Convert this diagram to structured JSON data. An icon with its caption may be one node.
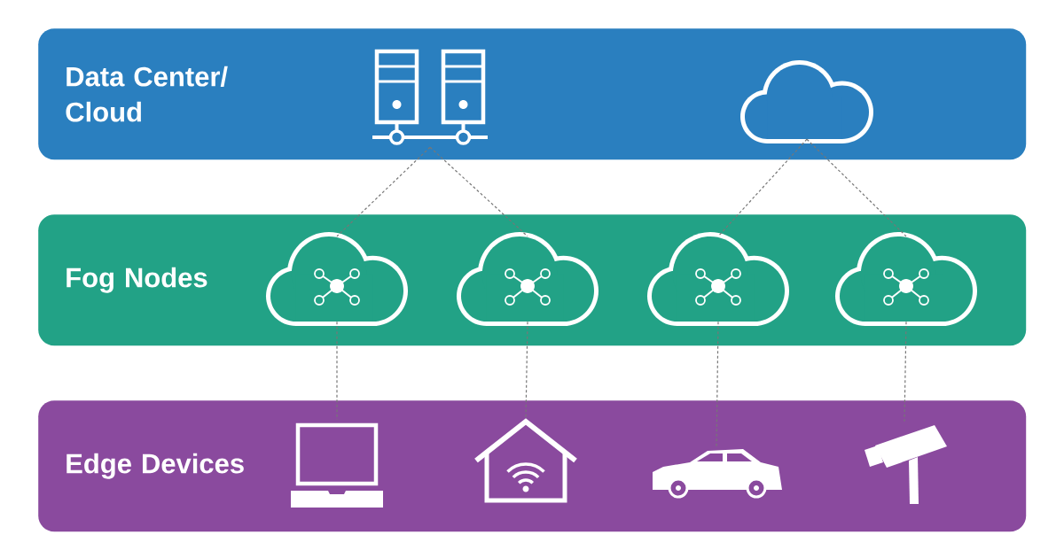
{
  "diagram": {
    "nodes": [
      {
        "text": [
          "Data Center/ Cloud"
        ]
      },
      {
        "text": [],
        "shape": "picture",
        "in": 0
      },
      {
        "text": [],
        "shape": "picture",
        "in": 0
      },
      {
        "text": [
          "Fog Nodes"
        ]
      },
      {
        "text": [],
        "shape": "picture",
        "in": 3
      },
      {
        "text": [],
        "shape": "picture",
        "in": 3
      },
      {
        "text": [],
        "shape": "picture",
        "in": 3
      },
      {
        "text": [],
        "shape": "picture",
        "in": 3
      },
      {
        "text": [
          "Edge Devices"
        ]
      },
      {
        "text": [],
        "shape": "picture",
        "in": 8
      },
      {
        "text": [],
        "shape": "picture",
        "in": 8
      },
      {
        "text": [],
        "shape": "picture",
        "in": 8
      },
      {
        "text": [],
        "shape": "picture",
        "in": 8
      }
    ],
    "edges": [
      {
        "from": 1,
        "to": 4,
        "arrow": "none",
        "style": "dashed"
      },
      {
        "from": 1,
        "to": 5,
        "arrow": "none",
        "style": "dashed"
      },
      {
        "from": 2,
        "to": 6,
        "arrow": "none",
        "style": "dashed"
      },
      {
        "from": 2,
        "to": 7,
        "arrow": "none",
        "style": "dashed"
      },
      {
        "from": 4,
        "to": 9,
        "arrow": "none",
        "style": "dashed"
      },
      {
        "from": 5,
        "to": 10,
        "arrow": "none",
        "style": "dashed"
      },
      {
        "from": 6,
        "to": 11,
        "arrow": "none",
        "style": "dashed"
      },
      {
        "from": 7,
        "to": 12,
        "arrow": "none",
        "style": "dashed"
      }
    ]
  }
}
